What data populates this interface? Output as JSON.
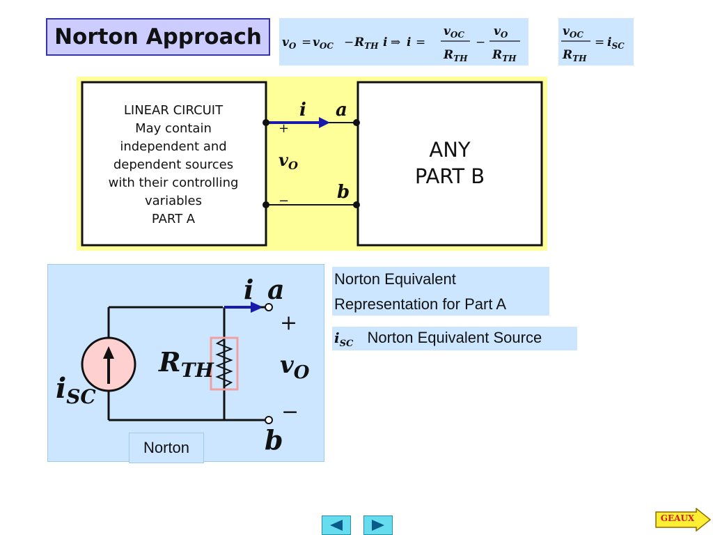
{
  "title": "Norton Approach",
  "equation1": {
    "vO": "v",
    "vO_sub": "O",
    "eq": "=",
    "vOC": "v",
    "vOC_sub": "OC",
    "minus": "−",
    "RTH": "R",
    "RTH_sub": "TH",
    "i": "i",
    "implies": "⇒",
    "i2": "i",
    "eq2": "=",
    "frac1_num": "v",
    "frac1_num_sub": "OC",
    "frac1_den": "R",
    "frac1_den_sub": "TH",
    "minus2": "−",
    "frac2_num": "v",
    "frac2_num_sub": "O",
    "frac2_den": "R",
    "frac2_den_sub": "TH"
  },
  "equation2": {
    "num": "v",
    "num_sub": "OC",
    "den": "R",
    "den_sub": "TH",
    "eq": "=",
    "rhs": "i",
    "rhs_sub": "SC"
  },
  "top_circuit": {
    "part_a_lines": [
      "LINEAR CIRCUIT",
      "May contain",
      "independent and",
      "dependent sources",
      "with their controlling",
      "variables",
      "PART  A"
    ],
    "part_b_lines": [
      "ANY",
      "PART  B"
    ],
    "current_label": "i",
    "node_a": "a",
    "node_b": "b",
    "plus": "+",
    "minus": "−",
    "voltage": "v",
    "voltage_sub": "O"
  },
  "norton_circuit": {
    "current_label": "i",
    "node_a": "a",
    "node_b": "b",
    "plus": "+",
    "minus": "−",
    "voltage": "v",
    "voltage_sub": "O",
    "resistor": "R",
    "resistor_sub": "TH",
    "source": "i",
    "source_sub": "SC",
    "tag": "Norton"
  },
  "description": {
    "line1": "Norton  Equivalent",
    "line2": "Representation  for  Part  A",
    "source_symbol": "i",
    "source_symbol_sub": "SC",
    "source_text": "Norton  Equivalent Source"
  },
  "nav": {
    "prev": "previous-arrow-icon",
    "next": "next-arrow-icon",
    "geaux": "GEAUX"
  },
  "colors": {
    "title_bg": "#ccccff",
    "eq_bg": "#cce6ff",
    "yellow_bg": "#ffff99",
    "arrow_blue": "#1a1aaa",
    "source_fill": "#ffd0d0",
    "resistor_box": "#f0a0a0",
    "nav_button": "#66ddee",
    "geaux_fill": "#ffee33",
    "geaux_text": "#cc2222"
  }
}
